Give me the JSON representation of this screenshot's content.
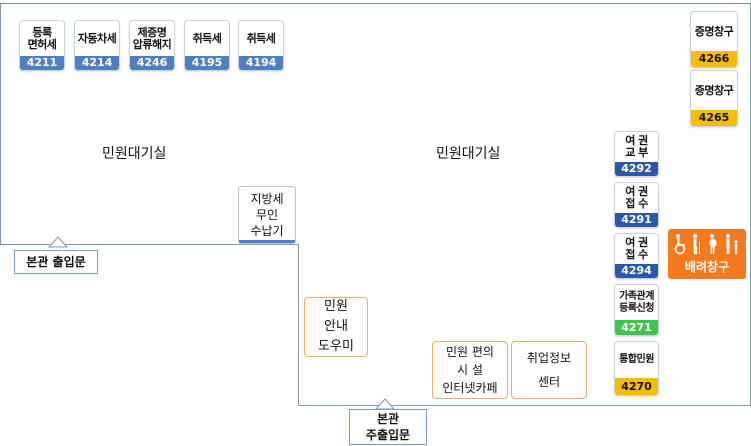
{
  "rooms": {
    "left_waiting": "민원대기실",
    "right_waiting": "민원대기실"
  },
  "counters_top": [
    {
      "label": "등록\n면허세",
      "number": "4211"
    },
    {
      "label": "자동차세",
      "number": "4214"
    },
    {
      "label": "제증명\n압류해지",
      "number": "4246"
    },
    {
      "label": "취득세",
      "number": "4195"
    },
    {
      "label": "취득세",
      "number": "4194"
    }
  ],
  "counters_right_top": [
    {
      "label": "증명창구",
      "number": "4266"
    },
    {
      "label": "증명창구",
      "number": "4265"
    }
  ],
  "counters_right_column": [
    {
      "label": "여 권\n교 부",
      "number": "4292"
    },
    {
      "label": "여 권\n접 수",
      "number": "4291"
    },
    {
      "label": "여 권\n접 수",
      "number": "4294"
    },
    {
      "label": "가족관계\n등록신청",
      "number": "4271"
    },
    {
      "label": "통합민원",
      "number": "4270"
    }
  ],
  "kiosk": {
    "label": "지방세\n무인\n수납기"
  },
  "facilities": {
    "guide": "민원\n안내\n도우미",
    "cafe": "민원 편의\n시 설\n인터넷카페",
    "job": "취업정보\n센터"
  },
  "priority": {
    "label": "배려창구"
  },
  "entrances": {
    "main": "본관 출입문",
    "main_sub": "본관\n주출입문"
  },
  "colors": {
    "blue": "#4f7fbf",
    "dark_blue": "#2d57a8",
    "green": "#3ec54c",
    "yellow": "#f7bd06",
    "orange": "#f4791f",
    "wall": "#7f9bb0"
  },
  "icons": [
    "wheelchair-icon",
    "cane-elder-icon",
    "pregnant-icon",
    "parent-child-icon",
    "up-arrow-icon"
  ]
}
